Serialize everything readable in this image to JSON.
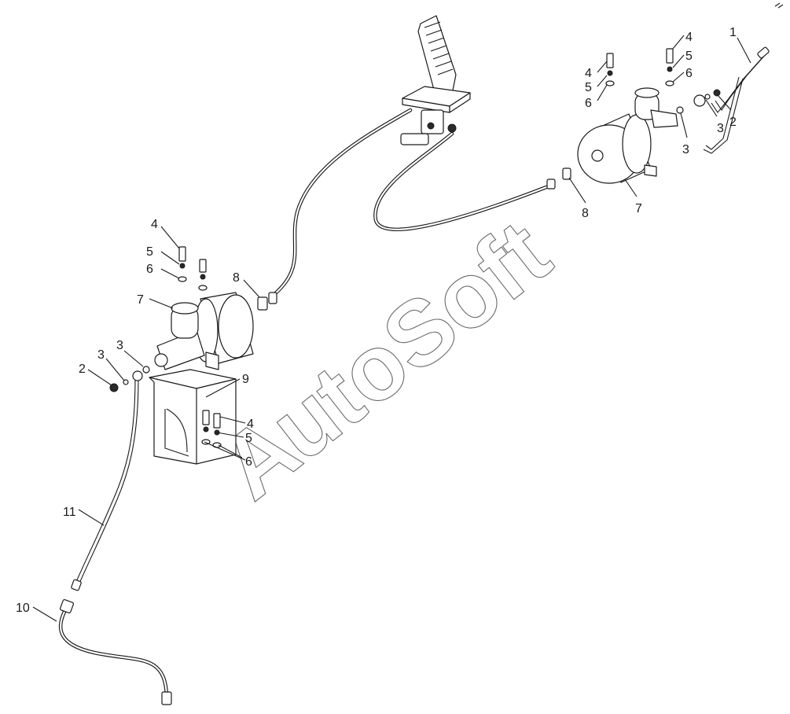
{
  "watermark": {
    "text": "AutoSoft",
    "letters": [
      "A",
      "u",
      "t",
      "o",
      "S",
      "o",
      "f",
      "t"
    ]
  },
  "callouts": [
    {
      "id": "c1",
      "label": "1"
    },
    {
      "id": "c2a",
      "label": "2"
    },
    {
      "id": "c3a",
      "label": "3"
    },
    {
      "id": "c3b",
      "label": "3"
    },
    {
      "id": "c4a",
      "label": "4"
    },
    {
      "id": "c4b",
      "label": "4"
    },
    {
      "id": "c5a",
      "label": "5"
    },
    {
      "id": "c5b",
      "label": "5"
    },
    {
      "id": "c6a",
      "label": "6"
    },
    {
      "id": "c6b",
      "label": "6"
    },
    {
      "id": "c7a",
      "label": "7"
    },
    {
      "id": "c8a",
      "label": "8"
    },
    {
      "id": "c4c",
      "label": "4"
    },
    {
      "id": "c5c",
      "label": "5"
    },
    {
      "id": "c6c",
      "label": "6"
    },
    {
      "id": "c7b",
      "label": "7"
    },
    {
      "id": "c8b",
      "label": "8"
    },
    {
      "id": "c3c",
      "label": "3"
    },
    {
      "id": "c3d",
      "label": "3"
    },
    {
      "id": "c2b",
      "label": "2"
    },
    {
      "id": "c9",
      "label": "9"
    },
    {
      "id": "c4d",
      "label": "4"
    },
    {
      "id": "c5d",
      "label": "5"
    },
    {
      "id": "c6d",
      "label": "6"
    },
    {
      "id": "c11",
      "label": "11"
    },
    {
      "id": "c10",
      "label": "10"
    }
  ],
  "colors": {
    "ink": "#1a1a1a",
    "watermark": "#6b6b6b",
    "background": "#ffffff"
  }
}
